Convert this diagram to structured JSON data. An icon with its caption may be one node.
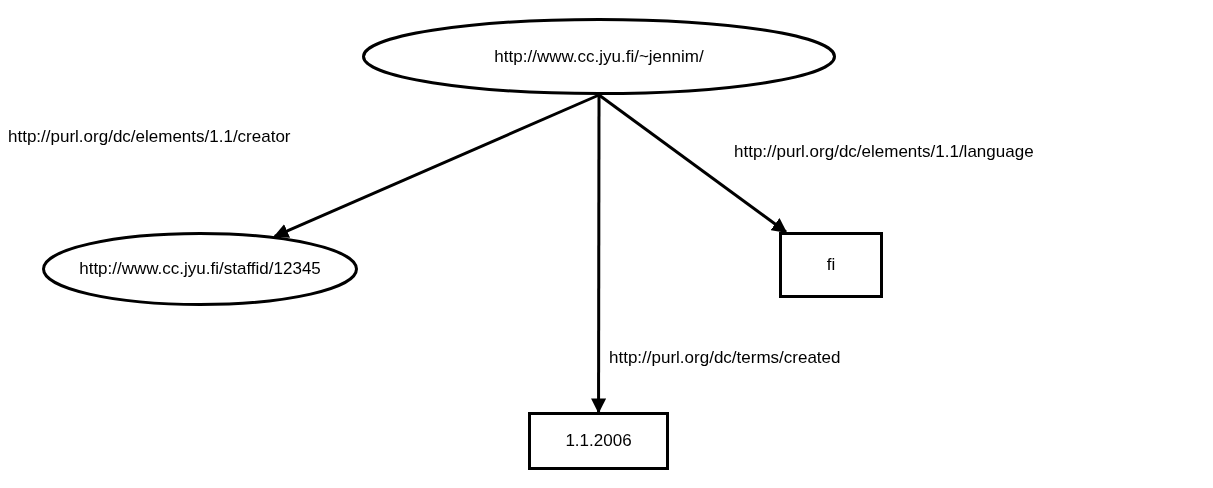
{
  "diagram": {
    "nodes": [
      {
        "text": [
          "http://www.cc.jyu.fi/~jennim/"
        ]
      },
      {
        "text": [
          "http://www.cc.jyu.fi/staffid/12345"
        ]
      },
      {
        "text": [
          "fi"
        ]
      },
      {
        "text": [
          "1.1.2006"
        ]
      }
    ],
    "edges": [
      {
        "from": 0,
        "to": 1,
        "arrow": "to",
        "label": "http://purl.org/dc/elements/1.1/creator"
      },
      {
        "from": 0,
        "to": 2,
        "arrow": "to",
        "label": "http://purl.org/dc/elements/1.1/language"
      },
      {
        "from": 0,
        "to": 3,
        "arrow": "to",
        "label": "http://purl.org/dc/terms/created"
      }
    ]
  }
}
